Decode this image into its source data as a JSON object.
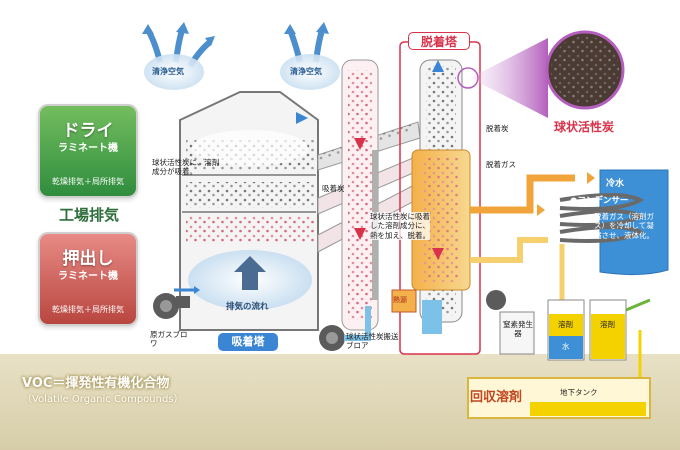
{
  "panels": {
    "dry": {
      "title": "ドライ",
      "sub": "ラミネート機",
      "foot": "乾燥排気＋局所排気"
    },
    "extrude": {
      "title": "押出し",
      "sub": "ラミネート機",
      "foot": "乾燥排気＋局所排気"
    }
  },
  "factory_label": "工場排気",
  "clean_air_left": "清浄空気",
  "clean_air_right": "清浄空気",
  "adsorber_note": "球状活性炭に、溶剤成分が吸着。",
  "adsorbed_carbon": "吸着炭",
  "exhaust_flow": "排気の流れ",
  "raw_gas_blower": "原ガスブロワ",
  "adsorption_tower": "吸着塔",
  "carbon_blower": "球状活性炭搬送ブロア",
  "desorption_tower": "脱着塔",
  "desorbed_carbon": "脱着炭",
  "desorbed_gas": "脱着ガス",
  "desorb_note": "球状活性炭に吸着した溶剤成分に、熱を加え、脱着。",
  "heater": "熱源",
  "nitrogen_gen": "窒素発生器",
  "spherical_carbon": "球状活性炭",
  "cold_water": "冷水",
  "condenser": "●コンデンサー",
  "condenser_note": "脱着ガス（溶剤ガス）を冷却して凝縮させ、液体化。",
  "solvent1": "溶剤",
  "water": "水",
  "solvent2": "溶剤",
  "recovered_solvent": "回収溶剤",
  "underground_tank": "地下タンク",
  "voc_line1": "VOC＝揮発性有機化合物",
  "voc_line2": "（Volatile Organic Compounds）",
  "colors": {
    "adsorb_blue": "#3a86d4",
    "desorb_red": "#d8334a",
    "heat_orange": "#f0a43a"
  }
}
